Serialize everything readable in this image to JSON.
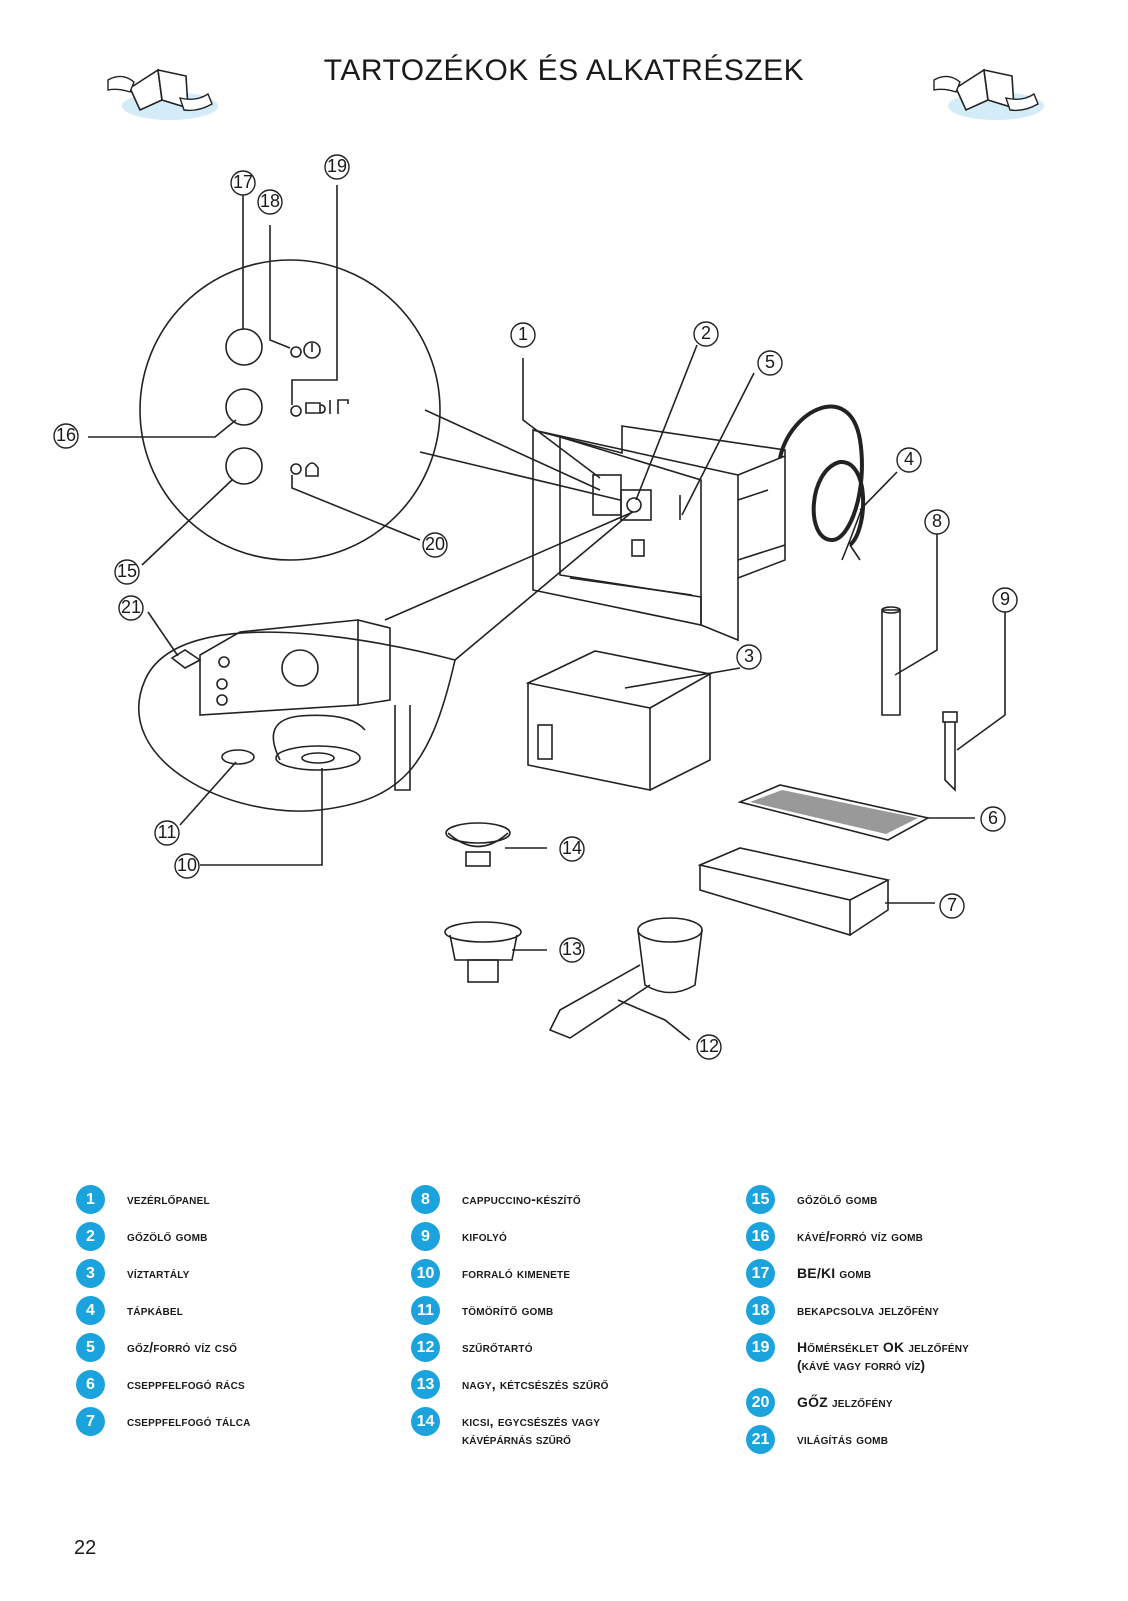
{
  "title": "TARTOZÉKOK ÉS ALKATRÉSZEK",
  "page_number": "22",
  "accent_color": "#1aa3dc",
  "icons": [
    "hands-reading-book-icon",
    "power-icon",
    "coffee-cup-icon",
    "hot-water-tap-icon",
    "steam-icon"
  ],
  "callouts": [
    "1",
    "2",
    "3",
    "4",
    "5",
    "6",
    "7",
    "8",
    "9",
    "10",
    "11",
    "12",
    "13",
    "14",
    "15",
    "16",
    "17",
    "18",
    "19",
    "20",
    "21"
  ],
  "legend": {
    "col1": [
      {
        "num": "1",
        "label": "Vezérlőpanel"
      },
      {
        "num": "2",
        "label": "Gőzölő gomb"
      },
      {
        "num": "3",
        "label": "Víztartály"
      },
      {
        "num": "4",
        "label": "Tápkábel"
      },
      {
        "num": "5",
        "label": "Gőz/forró víz cső"
      },
      {
        "num": "6",
        "label": "Cseppfelfogó rács"
      },
      {
        "num": "7",
        "label": "Cseppfelfogó tálca"
      }
    ],
    "col2": [
      {
        "num": "8",
        "label": "Cappuccino-készítő"
      },
      {
        "num": "9",
        "label": "Kifolyó"
      },
      {
        "num": "10",
        "label": "Forraló kimenete"
      },
      {
        "num": "11",
        "label": "Tömörítő gomb"
      },
      {
        "num": "12",
        "label": "Szűrőtartó"
      },
      {
        "num": "13",
        "label": "Nagy, kétcsészés szűrő"
      },
      {
        "num": "14",
        "label": "Kicsi, egycsészés vagy",
        "label2": "kávépárnás szűrő"
      }
    ],
    "col3": [
      {
        "num": "15",
        "label": "Gőzölő gomb"
      },
      {
        "num": "16",
        "label": "Kávé/Forró víz gomb"
      },
      {
        "num": "17",
        "label": "BE/KI gomb"
      },
      {
        "num": "18",
        "label": "Bekapcsolva jelzőfény"
      },
      {
        "num": "19",
        "label": "Hőmérséklet OK jelzőfény",
        "label2": "(kávé vagy forró víz)"
      },
      {
        "num": "20",
        "label": "GŐZ jelzőfény"
      },
      {
        "num": "21",
        "label": "Világítás gomb"
      }
    ]
  }
}
